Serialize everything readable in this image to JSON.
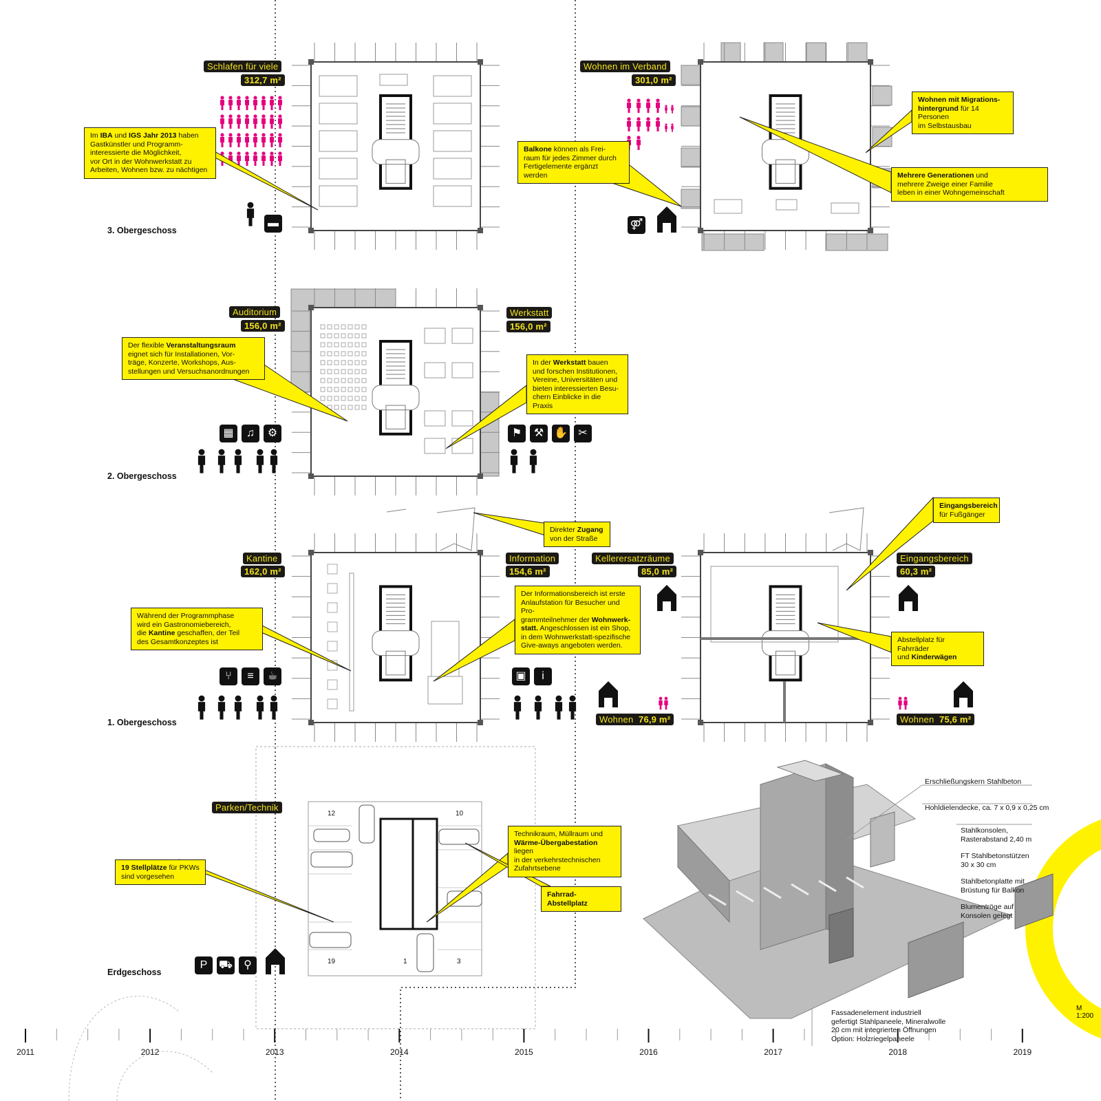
{
  "colors": {
    "accent_yellow": "#fff200",
    "tag_bg": "#1c1a16",
    "tag_text": "#f2e21c",
    "people_pink": "#e5007e",
    "gray": "#c8c8c8"
  },
  "floors": {
    "og3": "3. Obergeschoss",
    "og2": "2. Obergeschoss",
    "og1": "1. Obergeschoss",
    "eg": "Erdgeschoss"
  },
  "rooms": [
    {
      "name": "Schlafen für viele",
      "area": "312,7 m²"
    },
    {
      "name": "Wohnen im Verband",
      "area": "301,0 m²"
    },
    {
      "name": "Auditorium",
      "area": "156,0 m²"
    },
    {
      "name": "Werkstatt",
      "area": "156,0 m²"
    },
    {
      "name": "Kantine",
      "area": "162,0 m²"
    },
    {
      "name": "Information",
      "area": "154,6 m²"
    },
    {
      "name": "Kellerersatzräume",
      "area": "85,0 m²"
    },
    {
      "name": "Eingangsbereich",
      "area": "60,3 m²"
    },
    {
      "name": "Wohnen",
      "area": "76,9 m²"
    },
    {
      "name": "Wohnen",
      "area": "75,6 m²"
    },
    {
      "name": "Parken/Technik"
    }
  ],
  "callouts": [
    {
      "id": "iba",
      "segments": [
        {
          "t": "Im "
        },
        {
          "t": "IBA",
          "b": true
        },
        {
          "t": " und "
        },
        {
          "t": "IGS Jahr 2013",
          "b": true
        },
        {
          "t": " haben\nGastkünstler und Programm-\ninteressierte die Möglichkeit,\nvor Ort in der Wohnwerkstatt zu\nArbeiten, Wohnen bzw. zu nächtigen"
        }
      ]
    },
    {
      "id": "balkone",
      "segments": [
        {
          "t": "Balkone",
          "b": true
        },
        {
          "t": " können als Frei-\nraum für jedes Zimmer durch\nFertigelemente ergänzt werden"
        }
      ]
    },
    {
      "id": "migration",
      "segments": [
        {
          "t": "Wohnen mit Migrations-\nhintergrund",
          "b": true
        },
        {
          "t": " für 14 Personen\nim Selbstausbau"
        }
      ]
    },
    {
      "id": "generationen",
      "segments": [
        {
          "t": "Mehrere Generationen",
          "b": true
        },
        {
          "t": " und\nmehrere Zweige einer Familie\nleben in einer Wohngemeinschaft"
        }
      ]
    },
    {
      "id": "veranstaltung",
      "segments": [
        {
          "t": "Der flexible "
        },
        {
          "t": "Veranstaltungsraum",
          "b": true
        },
        {
          "t": "\neignet sich für Installationen, Vor-\nträge, Konzerte, Workshops, Aus-\nstellungen und Versuchsanordnungen"
        }
      ]
    },
    {
      "id": "werkstatt",
      "segments": [
        {
          "t": "In der "
        },
        {
          "t": "Werkstatt",
          "b": true
        },
        {
          "t": " bauen\nund forschen Institutionen,\nVereine, Universitäten und\nbieten interessierten Besu-\nchern Einblicke in die Praxis"
        }
      ]
    },
    {
      "id": "zugang",
      "segments": [
        {
          "t": "Direkter "
        },
        {
          "t": "Zugang",
          "b": true
        },
        {
          "t": "\nvon der Straße"
        }
      ]
    },
    {
      "id": "fussgaenger",
      "segments": [
        {
          "t": "Eingangsbereich",
          "b": true
        },
        {
          "t": "\nfür Fußgänger"
        }
      ]
    },
    {
      "id": "kantine",
      "segments": [
        {
          "t": "Während der Programmphase\nwird ein Gastronomiebereich,\ndie "
        },
        {
          "t": "Kantine",
          "b": true
        },
        {
          "t": " geschaffen, der Teil\ndes Gesamtkonzeptes ist"
        }
      ]
    },
    {
      "id": "information",
      "segments": [
        {
          "t": "Der Informationsbereich ist erste\nAnlaufstation für Besucher und Pro-\ngrammteilnehmer der "
        },
        {
          "t": "Wohnwerk-\nstatt.",
          "b": true
        },
        {
          "t": " Angeschlossen ist ein Shop,\nin dem Wohnwerkstatt-spezifische\nGive-aways angeboten werden."
        }
      ]
    },
    {
      "id": "abstell",
      "segments": [
        {
          "t": "Abstellplatz für Fahrräder\nund "
        },
        {
          "t": "Kinderwägen",
          "b": true
        }
      ]
    },
    {
      "id": "technik",
      "segments": [
        {
          "t": "Technikraum, Müllraum und\n"
        },
        {
          "t": "Wärme-Übergabestation",
          "b": true
        },
        {
          "t": " liegen\nin der verkehrstechnischen\nZufahrtsebene"
        }
      ]
    },
    {
      "id": "fahrrad",
      "segments": [
        {
          "t": "Fahrrad-Abstellplatz",
          "b": true
        }
      ]
    },
    {
      "id": "stellplaetze",
      "segments": [
        {
          "t": "19 Stellplätze",
          "b": true
        },
        {
          "t": " für PKWs\nsind vorgesehen"
        }
      ]
    }
  ],
  "icons": {
    "og3": [
      "worker-figure",
      "bed-icon"
    ],
    "og3_right": [
      "family-icon",
      "house-person-icon"
    ],
    "og2_left": [
      "lecture-icon",
      "speaker-icon",
      "workshop-icon"
    ],
    "og2_right": [
      "walking-icon",
      "tools-icon",
      "hand-icon",
      "crafts-icon"
    ],
    "og1_left": [
      "cutlery-icon",
      "fastfood-icon",
      "coffee-icon"
    ],
    "og1_right": [
      "shop-bag-icon",
      "info-icon"
    ],
    "eg": [
      "parking-icon",
      "car-icon",
      "bicycle-icon",
      "house-person-icon"
    ]
  },
  "parking_numbers": [
    "12",
    "10",
    "19",
    "1",
    "3"
  ],
  "iso_annotations": [
    "Erschließungskern Stahlbeton",
    "Hohldielendecke, ca. 7 x 0,9 x 0,25 cm",
    "Stahlkonsolen,\nRasterabstand 2,40 m",
    "FT Stahlbetonstützen\n30 x 30 cm",
    "Stahlbetonplatte mit\nBrüstung für Balkon",
    "Blumentröge auf\nKonsolen gelegt",
    "Fassadenelement industriell\ngefertigt Stahlpaneele, Mineralwolle\n20 cm mit integrierten Öffnungen\nOption: Holzriegelpaneele"
  ],
  "scale": "M 1:200",
  "timeline": {
    "years": [
      2011,
      2012,
      2013,
      2014,
      2015,
      2016,
      2017,
      2018,
      2019
    ],
    "labels": [
      "2011",
      "2012",
      "2013",
      "2014",
      "2015",
      "2016",
      "2017",
      "2018",
      "2019"
    ]
  },
  "people_counts": {
    "schlafen": 32,
    "verband_adults": 8,
    "verband_children": 4,
    "verband_extra": 2
  }
}
